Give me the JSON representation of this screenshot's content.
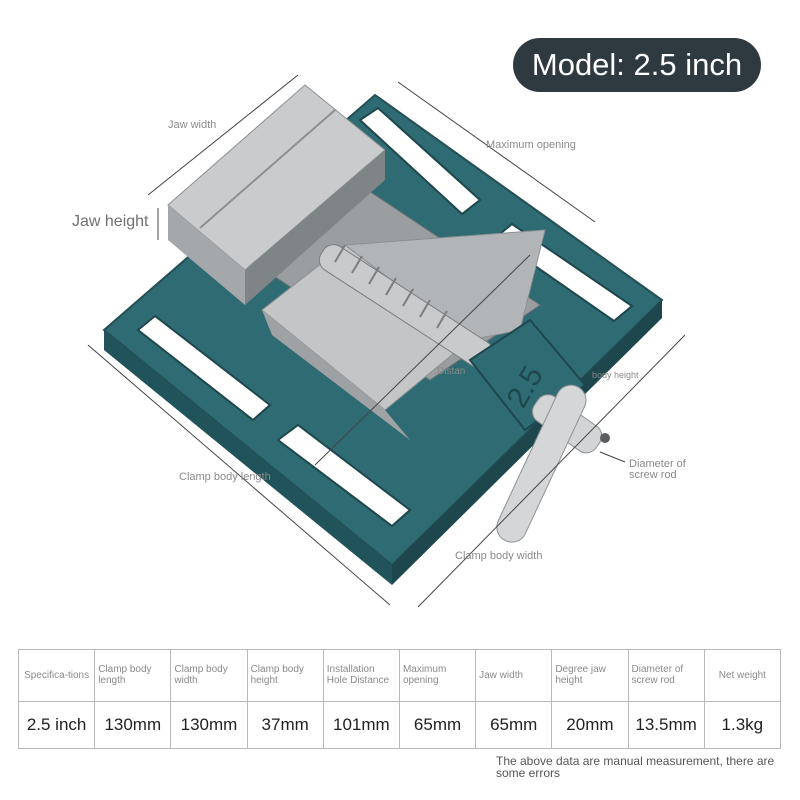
{
  "model_badge": "Model: 2.5 inch",
  "dimension_labels": {
    "jaw_width": "Jaw width",
    "jaw_height": "Jaw height",
    "maximum_opening": "Maximum opening",
    "clamp_body_length": "Clamp body length",
    "clamp_body_width": "Clamp body width",
    "diameter_screw_rod": "Diameter of screw rod",
    "body_height": "body height",
    "distance": "Distan"
  },
  "vise_stamp": "2.5",
  "colors": {
    "vise_body": "#2f6b72",
    "vise_jaw": "#b7b9bb",
    "badge": "#2f3940"
  },
  "table": {
    "headers": [
      "Specifica-tions",
      "Clamp body length",
      "Clamp body width",
      "Clamp body height",
      "Installation Hole Distance",
      "Maximum opening",
      "Jaw width",
      "Degree jaw height",
      "Diameter of screw rod",
      "Net weight"
    ],
    "values": [
      "2.5 inch",
      "130mm",
      "130mm",
      "37mm",
      "101mm",
      "65mm",
      "65mm",
      "20mm",
      "13.5mm",
      "1.3kg"
    ]
  },
  "footnote": "The above data are manual measurement, there are some errors"
}
